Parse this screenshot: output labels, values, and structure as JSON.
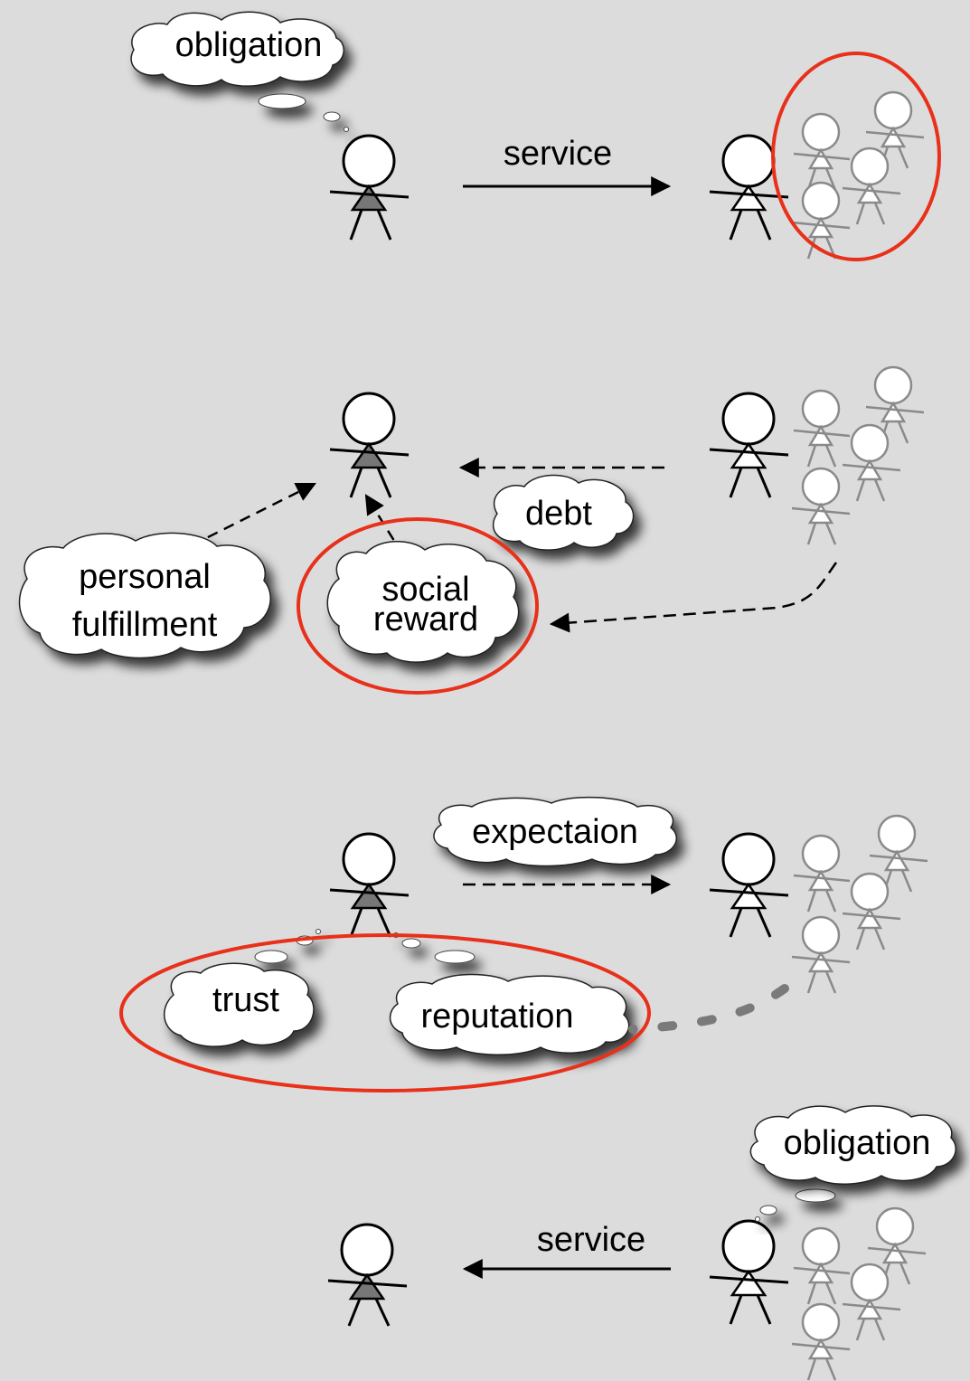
{
  "panels": [
    {
      "id": "panel-1",
      "thought_label": "obligation",
      "arrow_label": "service",
      "arrow_style": "solid",
      "arrow_direction": "right",
      "group_highlighted": true
    },
    {
      "id": "panel-2",
      "clouds": [
        "personal\nfulfillment",
        "social\nreward",
        "debt"
      ],
      "arrow_style": "dashed",
      "highlighted_cloud": "social reward"
    },
    {
      "id": "panel-3",
      "arrow_label": "expectaion",
      "arrow_style": "dashed",
      "arrow_direction": "right",
      "thought_labels": [
        "trust",
        "reputation"
      ],
      "highlighted_thoughts": true
    },
    {
      "id": "panel-4",
      "thought_label": "obligation",
      "arrow_label": "service",
      "arrow_style": "solid",
      "arrow_direction": "left"
    }
  ],
  "colors": {
    "background": "#dcdcdc",
    "highlight": "#e8301a",
    "individual_body": "#777777",
    "group_member": "#8a8a8a",
    "cloud_fill": "#ffffff",
    "cloud_shadow": "#333333"
  }
}
